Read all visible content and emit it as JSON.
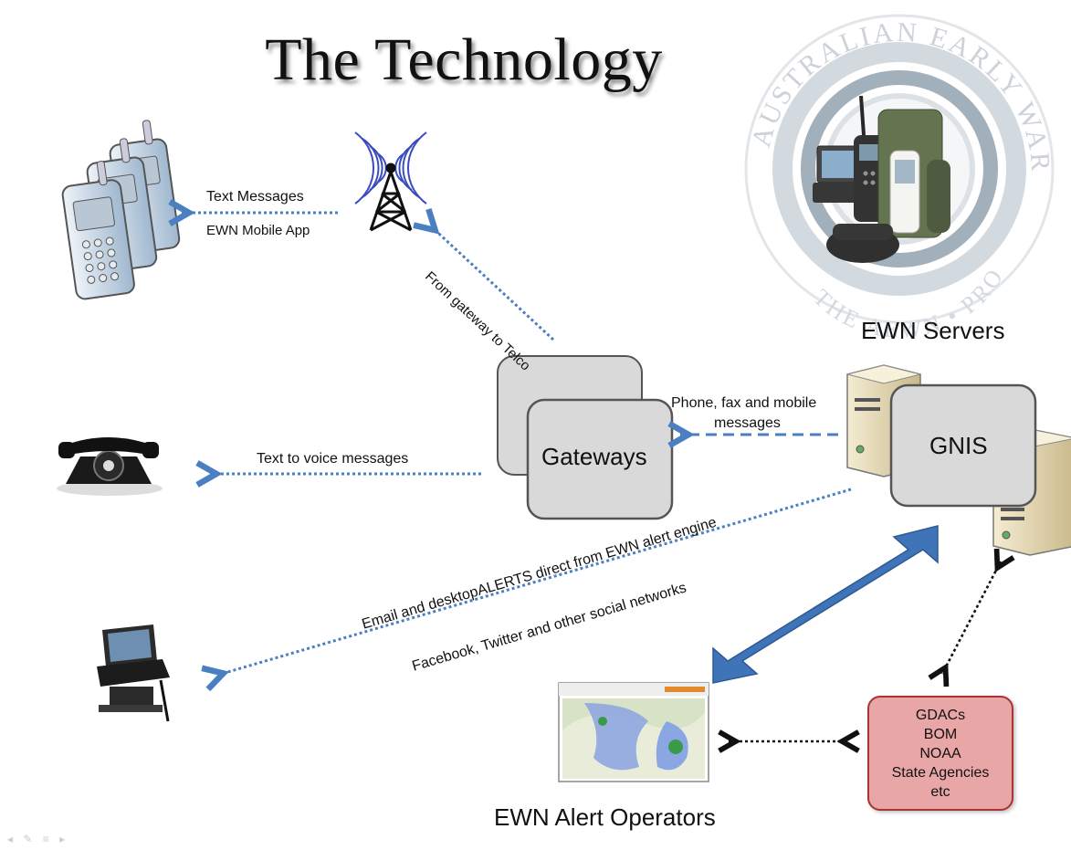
{
  "title": "The Technology",
  "logo": {
    "text_top": "AUSTRALIAN EARLY WARNING NETWORK",
    "text_bottom": "THE AEWN • PROTECT •"
  },
  "nodes": {
    "ewn_servers": "EWN Servers",
    "gnis": "GNIS",
    "gateways": "Gateways",
    "operators": "EWN Alert Operators",
    "sources": [
      "GDACs",
      "BOM",
      "NOAA",
      "State Agencies",
      "etc"
    ]
  },
  "edge_labels": {
    "text_messages": "Text Messages",
    "mobile_app": "EWN Mobile App",
    "gateway_telco": "From gateway to Telco",
    "phone_fax_1": "Phone, fax and mobile",
    "phone_fax_2": "messages",
    "text_voice": "Text to voice messages",
    "email_alerts": "Email and desktopALERTS direct from  EWN alert engine",
    "social": "Facebook, Twitter and other social networks"
  },
  "colors": {
    "arrow_blue": "#4a7fc1",
    "big_arrow": "#3f74b8",
    "box_fill": "#d9d9d9",
    "source_fill": "#e8a6a6",
    "source_border": "#a33333"
  },
  "nav_icons": [
    "back-icon",
    "pen-icon",
    "menu-icon",
    "forward-icon"
  ]
}
